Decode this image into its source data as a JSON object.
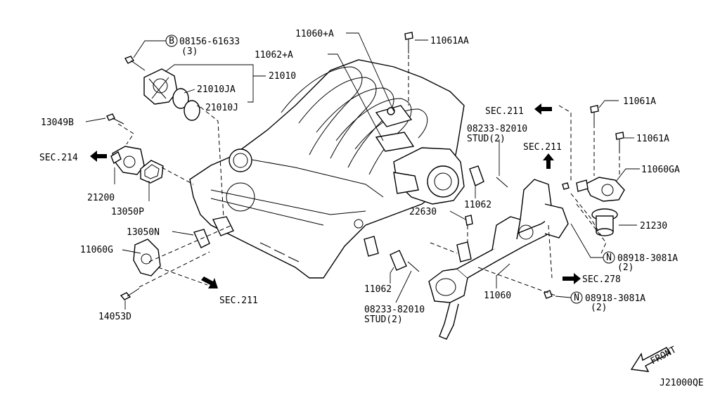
{
  "labels": {
    "p08156": "08156-61633",
    "p08156_qty": "(3)",
    "p21010": "21010",
    "p21010JA": "21010JA",
    "p21010J": "21010J",
    "p11060A": "11060+A",
    "p11062A": "11062+A",
    "p11061AA": "11061AA",
    "p13049B": "13049B",
    "sec214": "SEC.214",
    "p21200": "21200",
    "p13050P": "13050P",
    "p13050N": "13050N",
    "p11060G": "11060G",
    "p14053D": "14053D",
    "sec211_left": "SEC.211",
    "sec211_top": "SEC.211",
    "sec211_mid": "SEC.211",
    "p11061A_1": "11061A",
    "p11061A_2": "11061A",
    "p08233_top": "08233-82010",
    "stud_top": "STUD(2)",
    "p11060GA": "11060GA",
    "p21230": "21230",
    "p22630": "22630",
    "p11062_right": "11062",
    "p11062_low": "11062",
    "p08233_low": "08233-82010",
    "stud_low": "STUD(2)",
    "p11060": "11060",
    "p08918_1": "08918-3081A",
    "p08918_1_qty": "(2)",
    "sec278": "SEC.278",
    "p08918_2": "08918-3081A",
    "p08918_2_qty": "(2)",
    "front": "FRONT",
    "diagram_code": "J21000QE"
  },
  "badges": {
    "b_symbol": "B",
    "n_symbol_1": "N",
    "n_symbol_2": "N"
  },
  "icons": [
    "bolt-icon",
    "gasket-icon",
    "arrow-icon",
    "front-arrow-icon"
  ]
}
